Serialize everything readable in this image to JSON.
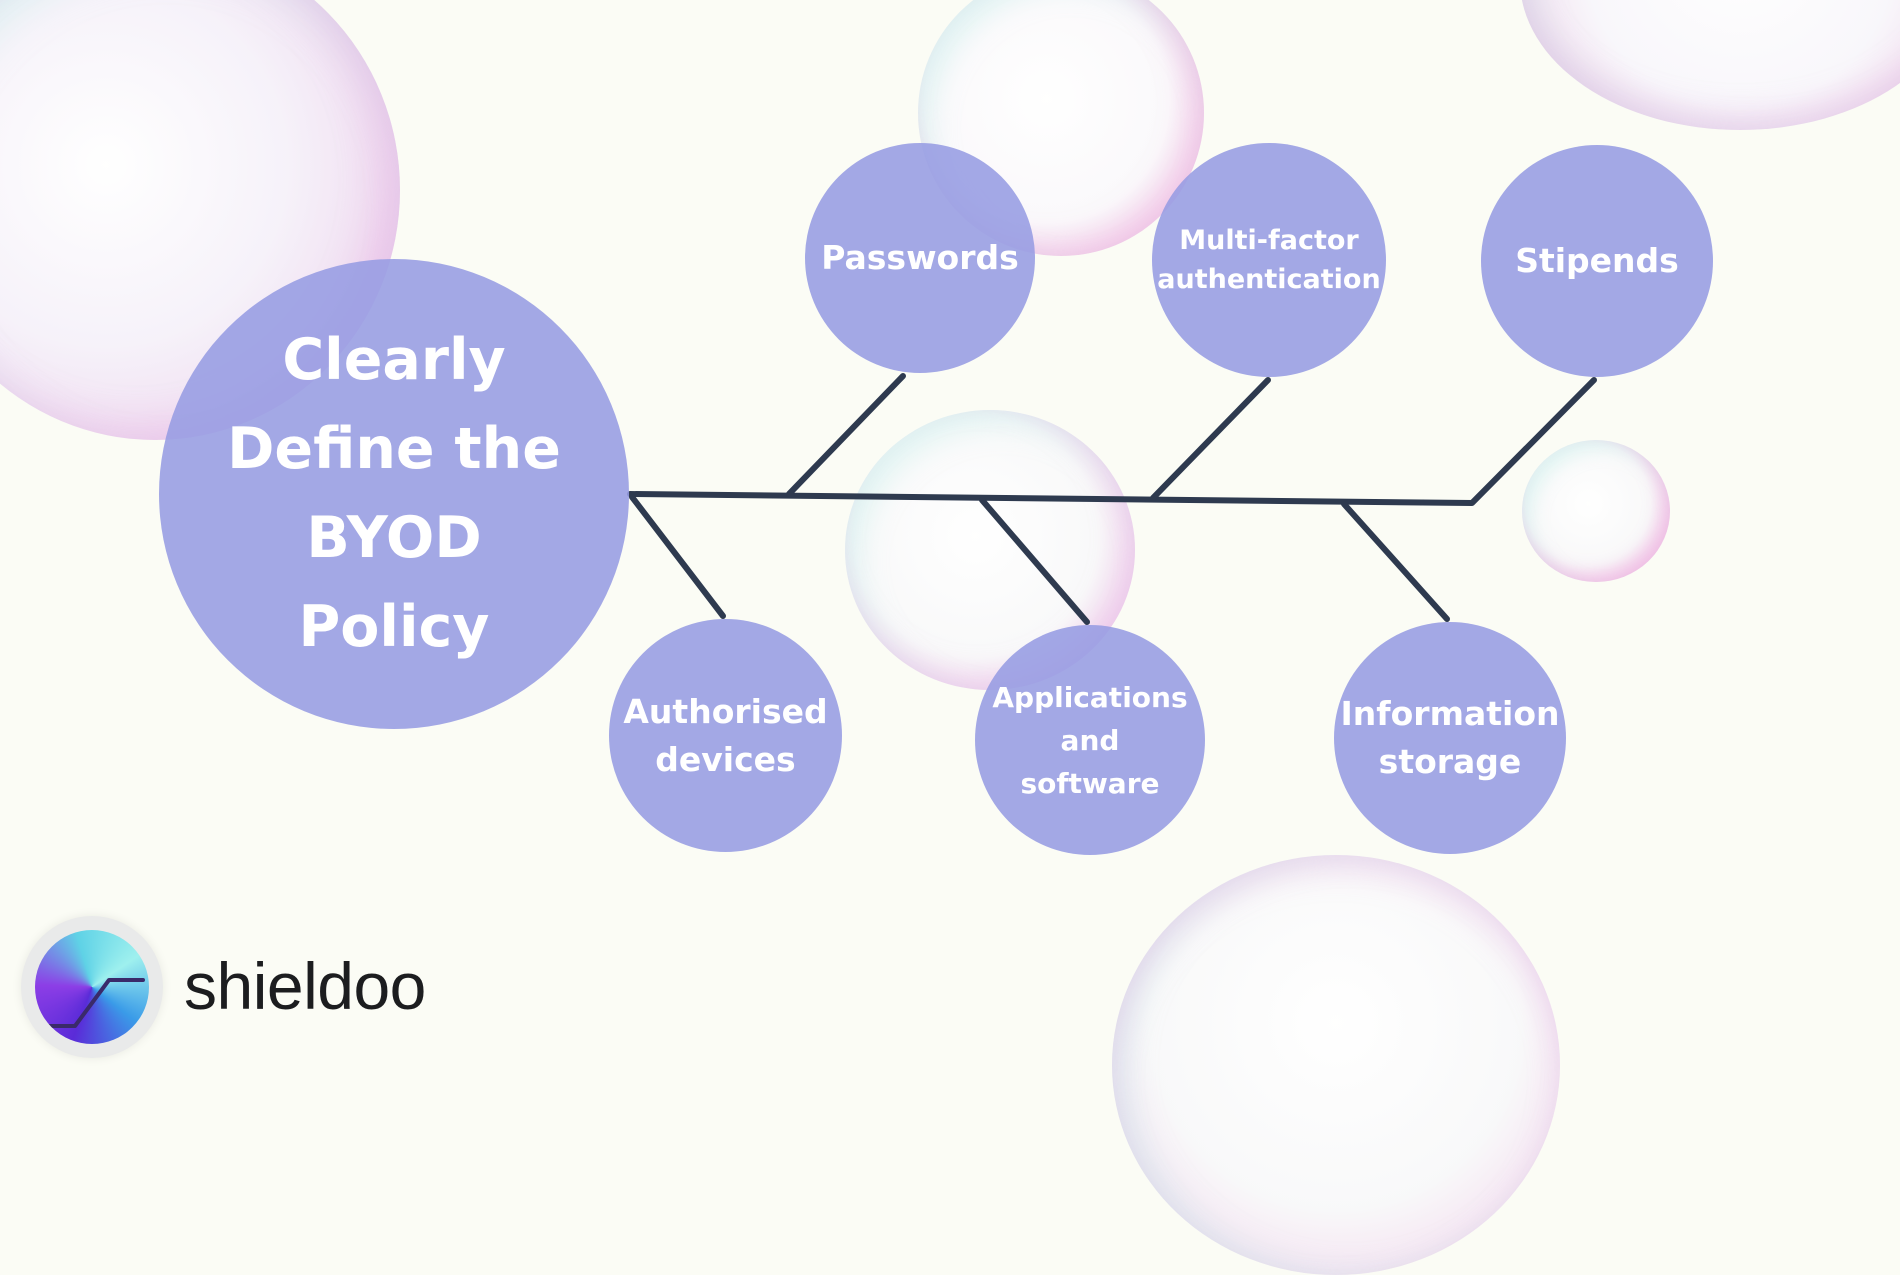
{
  "diagram": {
    "main_topic": "Clearly\nDefine the\nBYOD\nPolicy",
    "branches_top": [
      {
        "label": "Passwords"
      },
      {
        "label": "Multi-factor\nauthentication"
      },
      {
        "label": "Stipends"
      }
    ],
    "branches_bottom": [
      {
        "label": "Authorised\ndevices"
      },
      {
        "label": "Applications\nand\nsoftware"
      },
      {
        "label": "Information\nstorage"
      }
    ]
  },
  "brand": {
    "name": "shieldoo",
    "logo_icon": "shieldoo-logo-icon"
  },
  "colors": {
    "node_fill": "#969ce2",
    "line_color": "#2e3a4f",
    "background": "#fbfcf5",
    "text": "#ffffff"
  }
}
